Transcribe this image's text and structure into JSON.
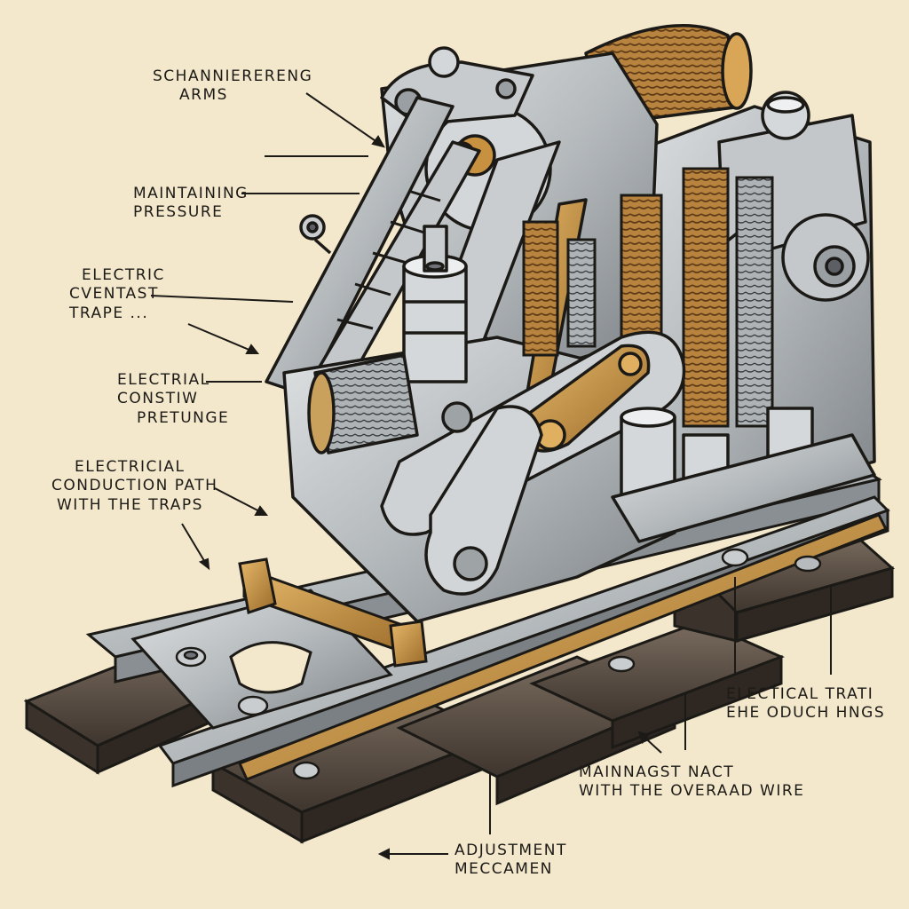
{
  "labels": [
    {
      "id": "schannierering",
      "lines": [
        "SCHANNIERERENG",
        "ARMS"
      ]
    },
    {
      "id": "maintaining",
      "lines": [
        "MAINTAINING",
        "PRESSURE"
      ]
    },
    {
      "id": "electric-cventast",
      "lines": [
        "ELECTRIC",
        "CVENTAST",
        "TRAPE ..."
      ]
    },
    {
      "id": "electrial-constiw",
      "lines": [
        "ELECTRIAL",
        "CONSTIW",
        "PRETUNGE"
      ]
    },
    {
      "id": "electricial-conduction",
      "lines": [
        "ELECTRICIAL",
        "CONDUCTION PATH",
        "WITH THE TRAPS"
      ]
    },
    {
      "id": "electical-trati",
      "lines": [
        "ELECTICAL TRATI",
        "EHE ODUCH HNGS"
      ]
    },
    {
      "id": "mainnagst",
      "lines": [
        "MAINNAGST NACT",
        "WITH THE OVERAAD WIRE"
      ]
    },
    {
      "id": "adjustment",
      "lines": [
        "ADJUSTMENT",
        "MECCAMEN"
      ]
    }
  ],
  "colors": {
    "paper": "#f3e7cc",
    "steel": "#b8bcbf",
    "steel_dark": "#6f7377",
    "brass": "#c7913f",
    "copper_coil": "#a8743a",
    "wood": "#5b5046",
    "ink": "#1c1a16"
  },
  "icons": [
    "bolt-icon",
    "spring-icon",
    "rail-icon"
  ]
}
